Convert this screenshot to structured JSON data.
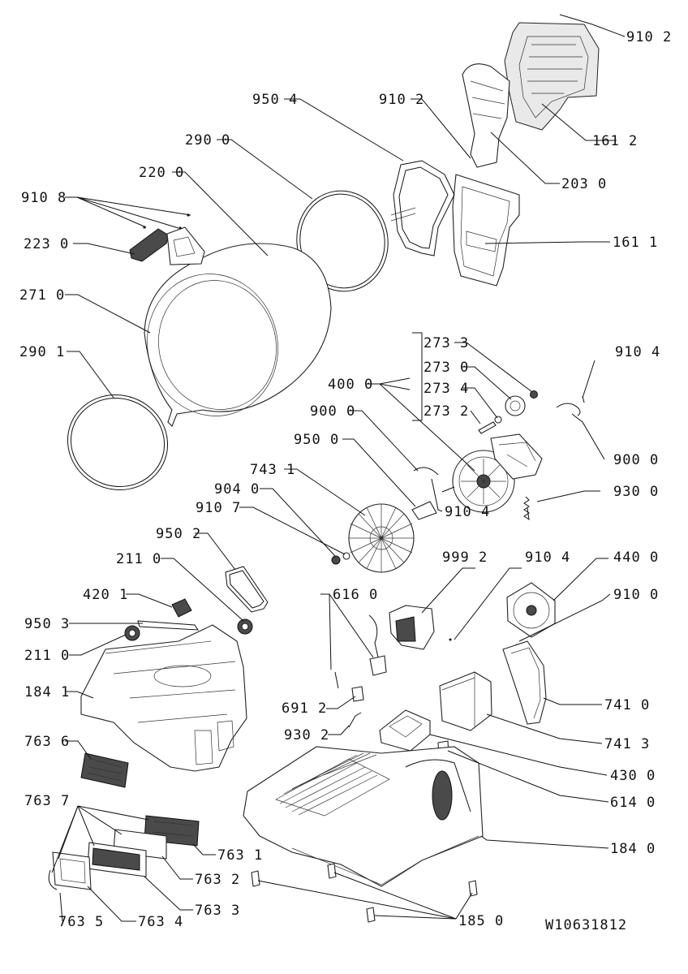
{
  "drawing_number": "W10631812",
  "labels": {
    "l9102a": "910 2",
    "l9504": "950 4",
    "l9102b": "910 2",
    "l2900": "290 0",
    "l1612": "161 2",
    "l2200": "220 0",
    "l2030": "203 0",
    "l9108": "910 8",
    "l2230": "223 0",
    "l1611": "161 1",
    "l2710": "271 0",
    "l2733": "273 3",
    "l2901": "290 1",
    "l9104a": "910 4",
    "l2730": "273 0",
    "l4000": "400 0",
    "l2734": "273 4",
    "l9000a": "900 0",
    "l2732": "273 2",
    "l9500": "950 0",
    "l9000b": "900 0",
    "l7431": "743 1",
    "l9300a": "930 0",
    "l9040": "904 0",
    "l9107": "910 7",
    "l9104b": "910 4",
    "l9502": "950 2",
    "l9992": "999 2",
    "l9104c": "910 4",
    "l4400": "440 0",
    "l2110a": "211 0",
    "l4201": "420 1",
    "l6160": "616 0",
    "l9100": "910 0",
    "l9503": "950 3",
    "l2110b": "211 0",
    "l1841": "184 1",
    "l7410": "741 0",
    "l6912": "691 2",
    "l7636": "763 6",
    "l9302": "930 2",
    "l7413": "741 3",
    "l4300": "430 0",
    "l6140": "614 0",
    "l7637": "763 7",
    "l7631": "763 1",
    "l1840": "184 0",
    "l7632": "763 2",
    "l7633": "763 3",
    "l7635": "763 5",
    "l7634": "763 4",
    "l1850": "185 0"
  }
}
